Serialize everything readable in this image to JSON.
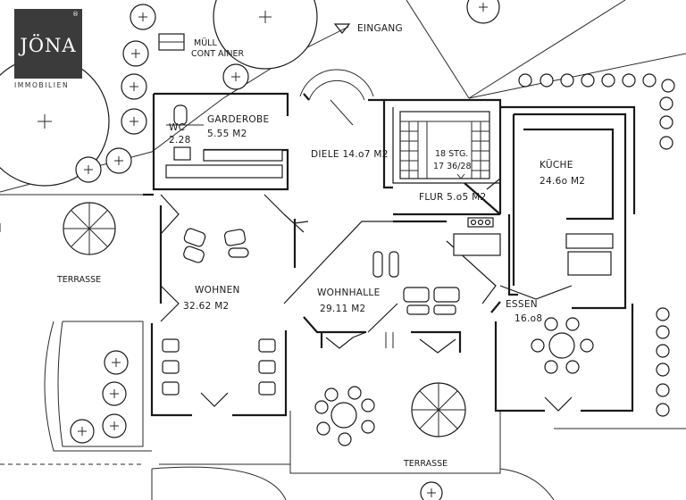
{
  "logo": {
    "name": "JÖNA",
    "subtitle": "IMMOBILIEN",
    "registered": "®"
  },
  "labels": {
    "eingang": "EINGANG",
    "muell_line1": "MÜLL",
    "muell_line2": "CONT AINER",
    "wc_name": "WC",
    "wc_area": "2.28",
    "garderobe_name": "GARDEROBE",
    "garderobe_area": "5.55  M2",
    "diele": "DIELE   14.o7 M2",
    "stairs_line1": "18  STG.",
    "stairs_line2": "17 36/28",
    "flur": "FLUR  5.o5 M2",
    "kueche_name": "KÜCHE",
    "kueche_area": "24.6o  M2",
    "terrasse_left": "TERRASSE",
    "wohnen_name": "WOHNEN",
    "wohnen_area": "32.62  M2",
    "wohnhalle_name": "WOHNHALLE",
    "wohnhalle_area": "29.11  M2",
    "essen_name": "ESSEN",
    "essen_area": "16.o8",
    "terrasse_bottom": "TERRASSE"
  },
  "colors": {
    "ink": "#1a1a1a",
    "logo_bg": "#3b3b3b",
    "paper": "#ffffff"
  }
}
